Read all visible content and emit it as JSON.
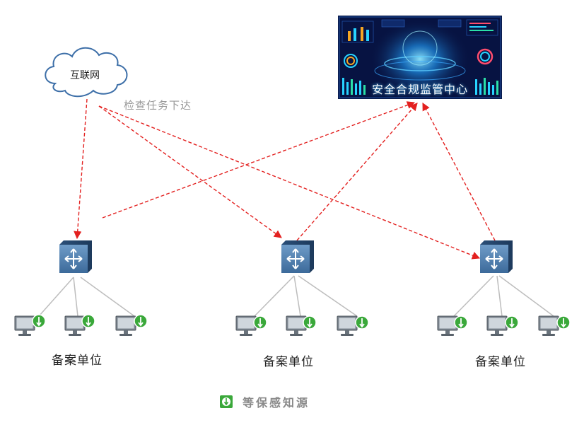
{
  "cloud": {
    "label": "互联网"
  },
  "task_label": "检查任务下达",
  "center": {
    "title": "安全合规监管中心"
  },
  "units": [
    {
      "label": "备案单位"
    },
    {
      "label": "备案单位"
    },
    {
      "label": "备案单位"
    }
  ],
  "legend": {
    "label": "等保感知源",
    "icon": "security-sensor-icon"
  },
  "colors": {
    "arrow": "#e3201f",
    "switch": "#3c6a9a",
    "sensor": "#3aa83a",
    "dashboard": "#0a1a4a"
  }
}
